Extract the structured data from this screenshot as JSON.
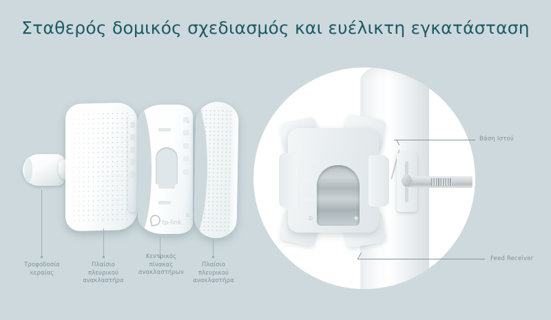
{
  "page": {
    "background_color": "#cdd9dd",
    "title": "Σταθερός δομικός σχεδιασμός και ευέλικτη εγκατάσταση",
    "title_color": "#1b5a63",
    "label_color": "#7e939b"
  },
  "brand": {
    "logo_text": "tp-link"
  },
  "exploded_view": {
    "parts": [
      {
        "id": "feed",
        "label_line1": "Τροφοδοσία",
        "label_line2": "κεραίας",
        "label_line3": ""
      },
      {
        "id": "side-frame-1",
        "label_line1": "Πλαίσιο",
        "label_line2": "πλευρικού",
        "label_line3": "ανακλαστήρα"
      },
      {
        "id": "center-panel",
        "label_line1": "Κεντρικός",
        "label_line2": "πίνακας",
        "label_line3": "ανακλαστήρων"
      },
      {
        "id": "side-frame-2",
        "label_line1": "Πλαίσιο",
        "label_line2": "πλευρικού",
        "label_line3": "ανακλαστήρα"
      }
    ]
  },
  "mount_view": {
    "callouts": [
      {
        "id": "pole-mount",
        "label": "Βάση Ιστού"
      },
      {
        "id": "feed-receiver",
        "label": "Feed Receiver"
      }
    ]
  }
}
